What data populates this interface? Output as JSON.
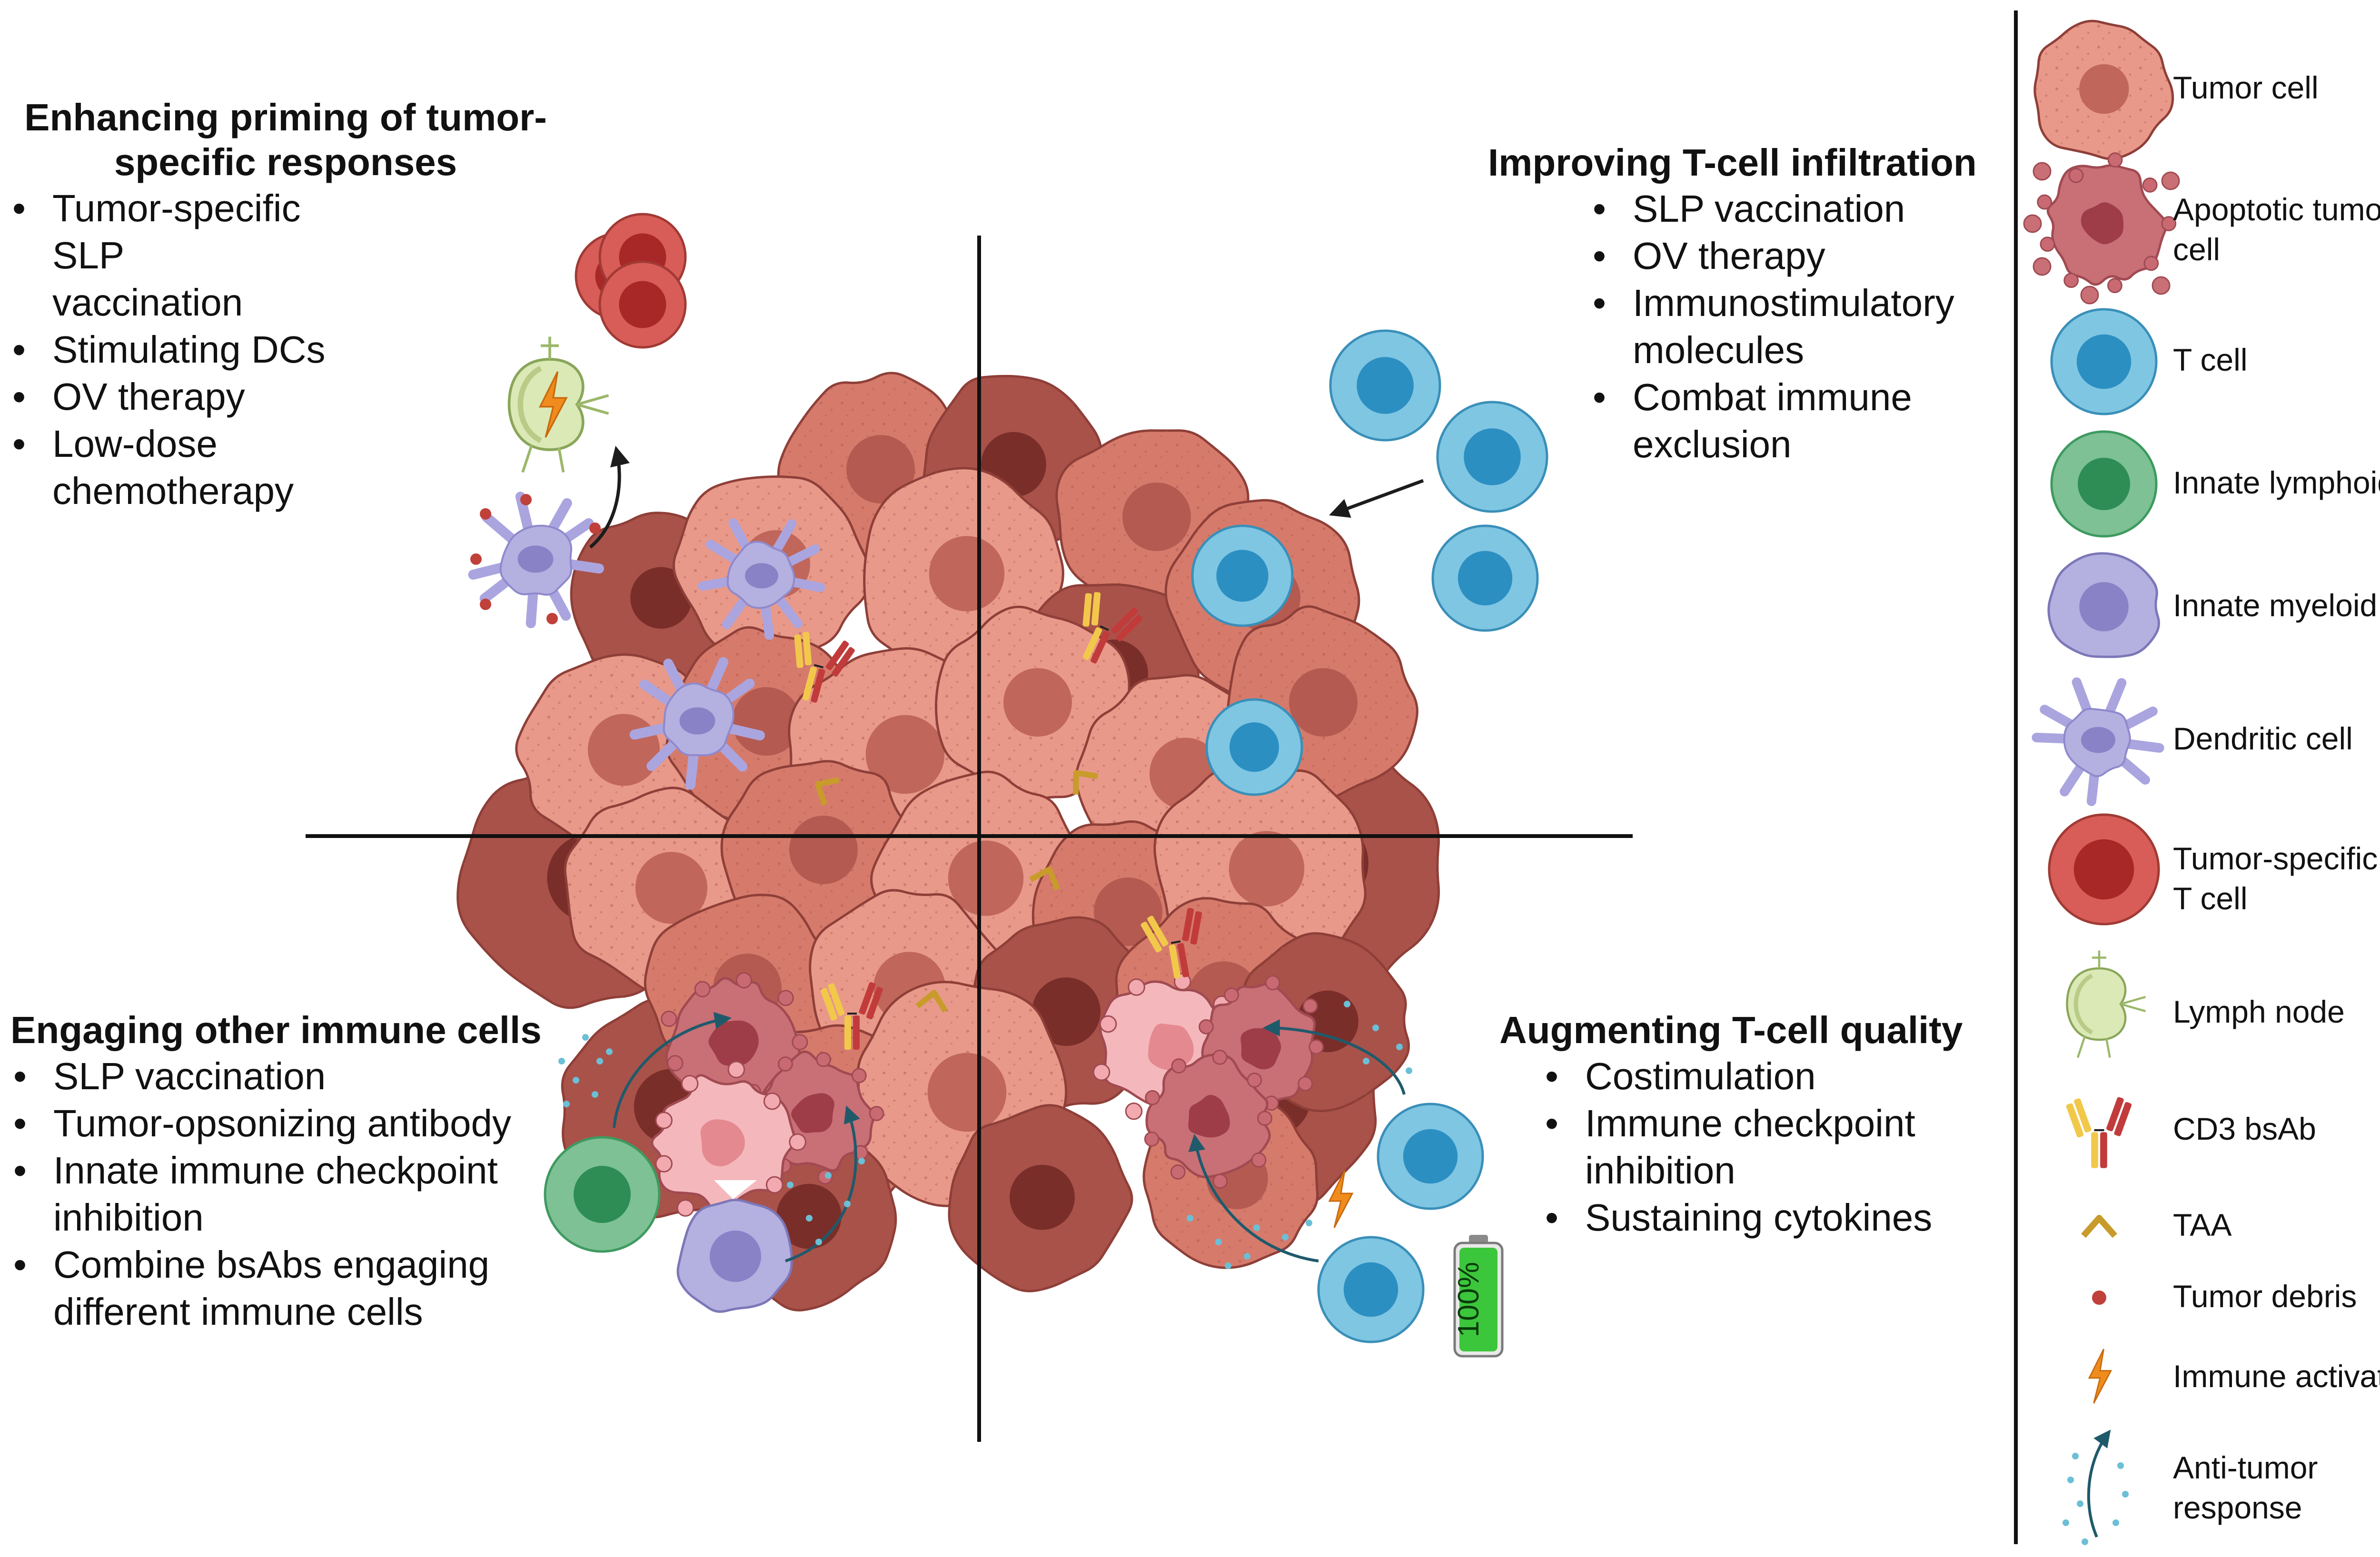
{
  "quadrants": {
    "top_left": {
      "title": "Enhancing priming of tumor-specific responses",
      "items": [
        "Tumor-specific SLP vaccination",
        "Stimulating DCs",
        "OV therapy",
        "Low-dose chemotherapy"
      ]
    },
    "top_right": {
      "title": "Improving T-cell infiltration",
      "items": [
        "SLP vaccination",
        "OV therapy",
        "Immunostimulatory molecules",
        "Combat immune exclusion"
      ]
    },
    "bottom_left": {
      "title": "Engaging other immune cells",
      "items": [
        "SLP vaccination",
        "Tumor-opsonizing antibody",
        "Innate immune checkpoint inhibition",
        "Combine bsAbs engaging different immune cells"
      ]
    },
    "bottom_right": {
      "title": "Augmenting T-cell quality",
      "items": [
        "Costimulation",
        "Immune checkpoint inhibition",
        "Sustaining cytokines"
      ]
    }
  },
  "battery_label": "100%",
  "legend": [
    {
      "label": "Tumor cell",
      "icon": "tumor-cell-icon"
    },
    {
      "label": "Apoptotic tumor cell",
      "icon": "apoptotic-tumor-cell-icon"
    },
    {
      "label": "T cell",
      "icon": "t-cell-icon"
    },
    {
      "label": "Innate lymphoid cell",
      "icon": "innate-lymphoid-cell-icon"
    },
    {
      "label": "Innate myeloid cell",
      "icon": "innate-myeloid-cell-icon"
    },
    {
      "label": "Dendritic cell",
      "icon": "dendritic-cell-icon"
    },
    {
      "label": "Tumor-specific T cell",
      "icon": "tumor-specific-t-cell-icon"
    },
    {
      "label": "Lymph node",
      "icon": "lymph-node-icon"
    },
    {
      "label": "CD3 bsAb",
      "icon": "cd3-bsab-icon"
    },
    {
      "label": "TAA",
      "icon": "taa-icon"
    },
    {
      "label": "Tumor debris",
      "icon": "tumor-debris-icon"
    },
    {
      "label": "Immune activation",
      "icon": "immune-activation-icon"
    },
    {
      "label": "Anti-tumor response",
      "icon": "anti-tumor-response-icon"
    }
  ],
  "colors": {
    "tumor_light": "#e8998a",
    "tumor_mid": "#d67b6c",
    "tumor_dark": "#a9524a",
    "tumor_nucleus": "#c0665b",
    "apoptotic": "#c96f76",
    "apoptotic_light": "#f4b8bc",
    "t_cell": "#7fc6e3",
    "t_cell_nucleus": "#2c8fc2",
    "ilc": "#7dc195",
    "ilc_nucleus": "#2e8d54",
    "myeloid": "#b4b0e0",
    "myeloid_nucleus": "#8a82c6",
    "ts_t_cell": "#d85c57",
    "ts_t_cell_nucleus": "#a82828",
    "lymph_node": "#dbe9b6",
    "bsab_yellow": "#f2c84b",
    "bsab_red": "#c23b3b",
    "taa": "#c89b2a",
    "lightning": "#f08c1d",
    "battery": "#3cc63c",
    "response_dots": "#6bbfd6",
    "response_arrow": "#1f5a6b"
  }
}
